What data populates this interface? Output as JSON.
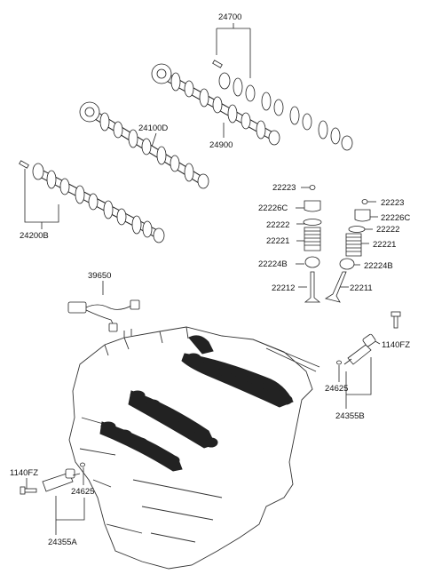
{
  "parts": {
    "camshaft_assy_top": "24700",
    "camshaft_intake_pair": "24100D",
    "camshaft_exhaust_pair": "24900",
    "camshaft_single": "24200B",
    "retainer_cotter_left": "22223",
    "retainer_cotter_right": "22223",
    "retainer_left": "22226C",
    "retainer_right": "22226C",
    "spring_seat_left": "22222",
    "spring_seat_right": "22222",
    "valve_spring_left": "22221",
    "valve_spring_right": "22221",
    "stem_seal_left": "22224B",
    "stem_seal_right": "22224B",
    "exhaust_valve": "22212",
    "intake_valve": "22211",
    "wiring_harness": "39650",
    "bolt_right": "1140FZ",
    "bolt_left": "1140FZ",
    "oring_right": "24625",
    "oring_left": "24625",
    "ocv_right": "24355B",
    "ocv_left": "24355A"
  }
}
